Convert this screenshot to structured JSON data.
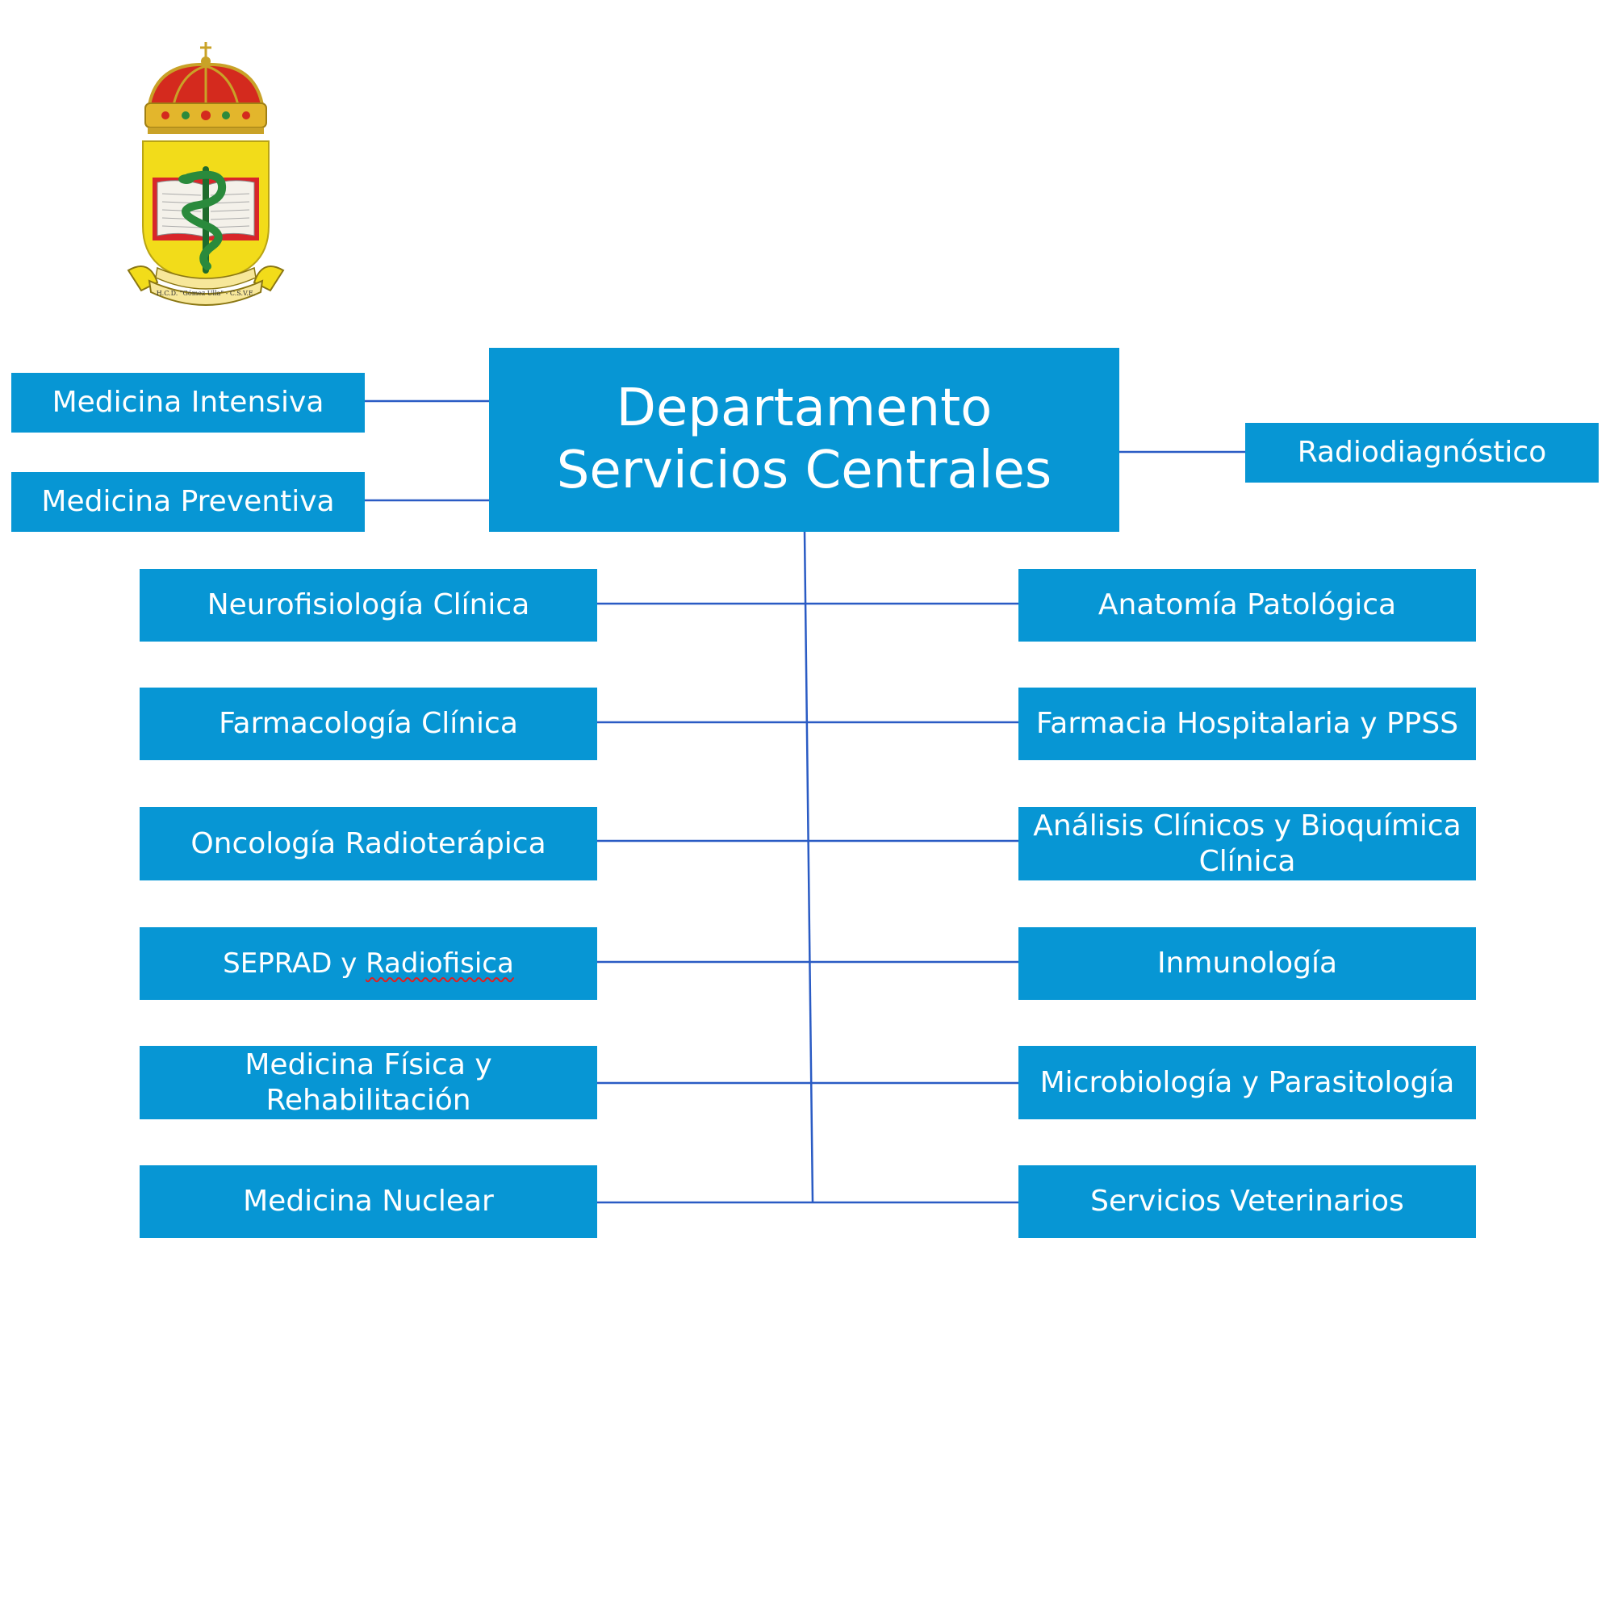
{
  "central": {
    "label": "Departamento Servicios Centrales"
  },
  "top_left": [
    {
      "label": "Medicina Intensiva"
    },
    {
      "label": "Medicina Preventiva"
    }
  ],
  "top_right": [
    {
      "label": "Radiodiagnóstico"
    }
  ],
  "left_column": [
    {
      "label": "Neurofisiología Clínica"
    },
    {
      "label": "Farmacología Clínica"
    },
    {
      "label": "Oncología Radioterápica"
    },
    {
      "label_part1": "SEPRAD y ",
      "label_part2": "Radiofisica"
    },
    {
      "label": "Medicina Física y Rehabilitación"
    },
    {
      "label": "Medicina Nuclear"
    }
  ],
  "right_column": [
    {
      "label": "Anatomía Patológica"
    },
    {
      "label": "Farmacia Hospitalaria y PPSS"
    },
    {
      "label": "Análisis Clínicos y Bioquímica Clínica"
    },
    {
      "label": "Inmunología"
    },
    {
      "label": "Microbiología y Parasitología"
    },
    {
      "label": "Servicios Veterinarios"
    }
  ],
  "logo": {
    "icon": "coat-of-arms-emblem",
    "ribbon_text": "H.C.D. \"Gómez Ulla\" - C.S.V.E."
  },
  "colors": {
    "box_fill": "#0796d4",
    "box_text": "#ffffff",
    "connector": "#2a5bc4",
    "background": "#ffffff"
  }
}
